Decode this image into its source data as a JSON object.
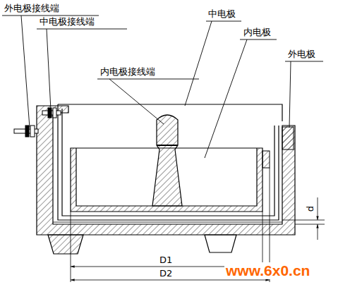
{
  "diagram": {
    "labels": [
      "外电极接线端",
      "中电极接线端",
      "内电极接线端",
      "中电极",
      "内电极",
      "外电极",
      "d",
      "D1",
      "D2",
      "www.6x0.cn"
    ]
  }
}
